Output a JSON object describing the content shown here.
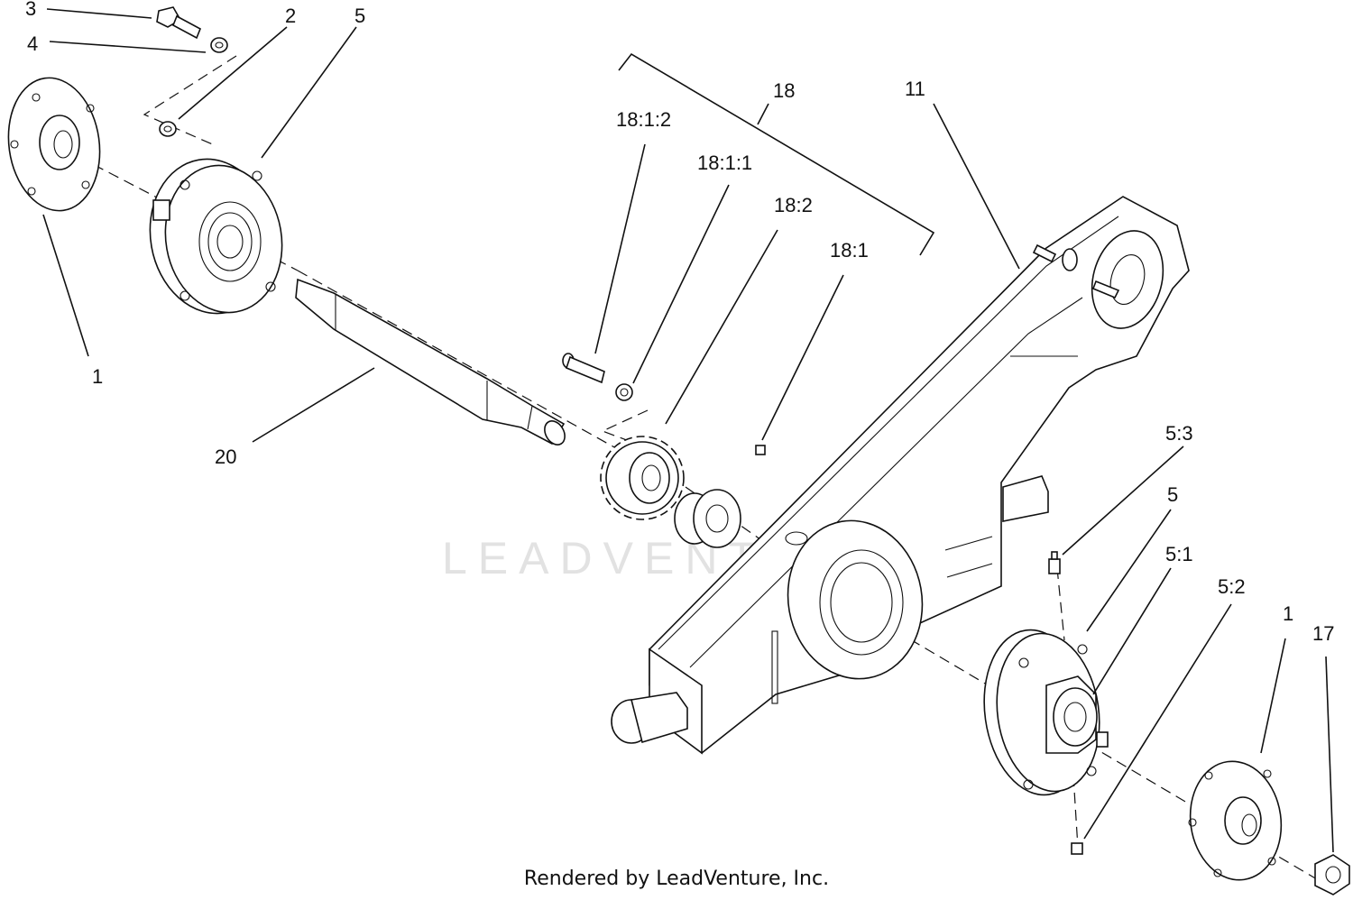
{
  "watermark": "LEADVENTURE",
  "footer": "Rendered by LeadVenture, Inc.",
  "labels": {
    "l3": "3",
    "l4": "4",
    "l2": "2",
    "l5_top": "5",
    "l1_left": "1",
    "l20": "20",
    "l18": "18",
    "l11": "11",
    "l18_1_2": "18:1:2",
    "l18_1_1": "18:1:1",
    "l18_2": "18:2",
    "l18_1": "18:1",
    "l5_3": "5:3",
    "l5_right": "5",
    "l5_1": "5:1",
    "l5_2": "5:2",
    "l1_right": "1",
    "l17": "17"
  }
}
